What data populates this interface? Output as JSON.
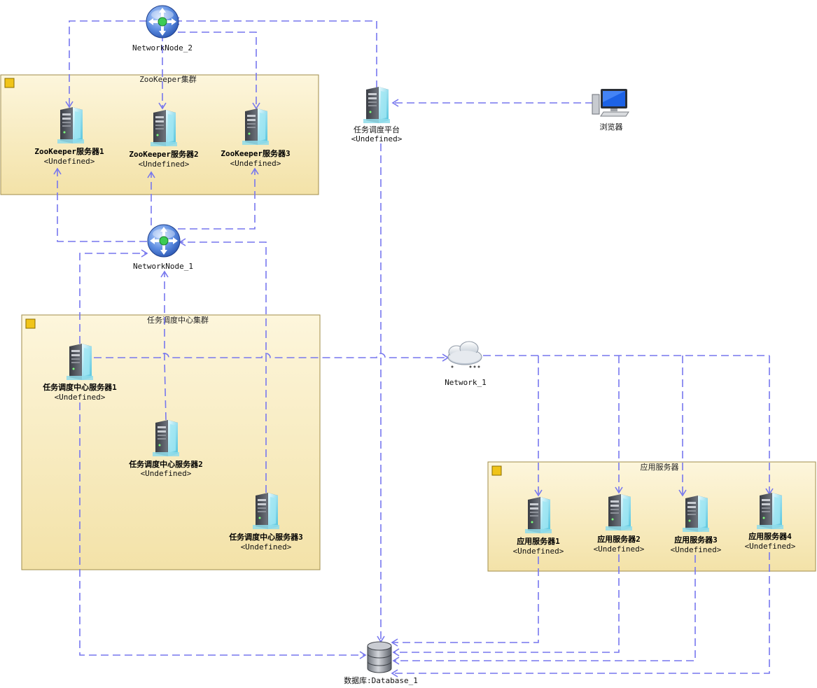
{
  "groups": {
    "zookeeper": {
      "title": "ZooKeeper集群"
    },
    "scheduler": {
      "title": "任务调度中心集群"
    },
    "app": {
      "title": "应用服务器"
    }
  },
  "nodes": {
    "networknode2": {
      "name": "NetworkNode_2"
    },
    "networknode1": {
      "name": "NetworkNode_1"
    },
    "zk1": {
      "name": "ZooKeeper服务器1",
      "stereo": "<Undefined>"
    },
    "zk2": {
      "name": "ZooKeeper服务器2",
      "stereo": "<Undefined>"
    },
    "zk3": {
      "name": "ZooKeeper服务器3",
      "stereo": "<Undefined>"
    },
    "platform": {
      "name": "任务调度平台",
      "stereo": "<Undefined>"
    },
    "browser": {
      "name": "浏览器"
    },
    "sc1": {
      "name": "任务调度中心服务器1",
      "stereo": "<Undefined>"
    },
    "sc2": {
      "name": "任务调度中心服务器2",
      "stereo": "<Undefined>"
    },
    "sc3": {
      "name": "任务调度中心服务器3",
      "stereo": "<Undefined>"
    },
    "network1": {
      "name": "Network_1"
    },
    "app1": {
      "name": "应用服务器1",
      "stereo": "<Undefined>"
    },
    "app2": {
      "name": "应用服务器2",
      "stereo": "<Undefined>"
    },
    "app3": {
      "name": "应用服务器3",
      "stereo": "<Undefined>"
    },
    "app4": {
      "name": "应用服务器4",
      "stereo": "<Undefined>"
    },
    "database": {
      "name": "数据库:Database_1"
    }
  },
  "colors": {
    "connector": "#7777ee",
    "group_fill_top": "#fdf6dc",
    "group_fill_bottom": "#f3e2a8",
    "group_border": "#a08c4a"
  },
  "icons": {
    "server": "server-tower-icon",
    "router": "network-router-icon",
    "cloud": "network-cloud-icon",
    "browser": "desktop-computer-icon",
    "database": "database-cylinder-icon"
  }
}
